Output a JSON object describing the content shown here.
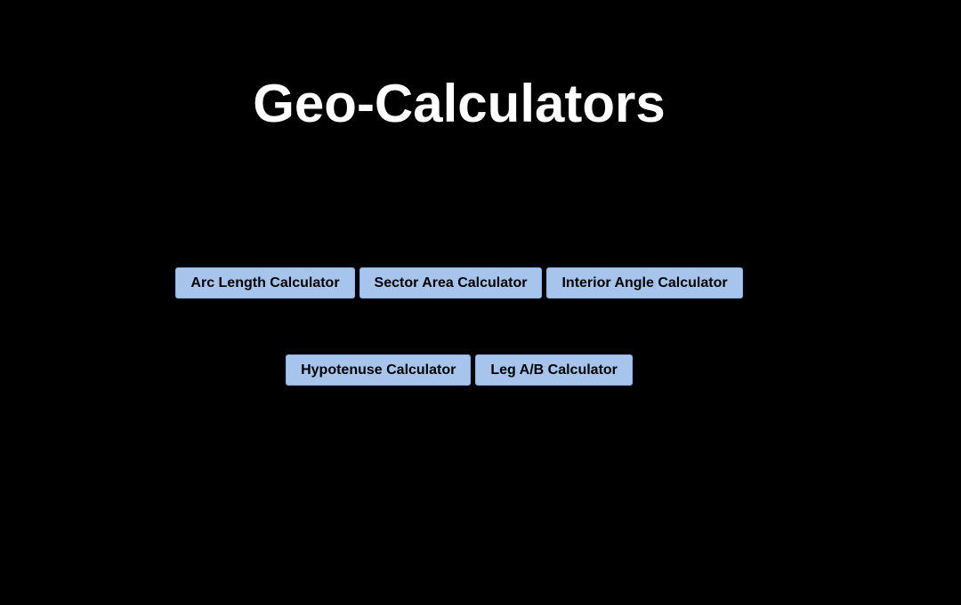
{
  "page": {
    "title": "Geo-Calculators",
    "background_color": "#000000",
    "title_color": "#ffffff"
  },
  "buttons": {
    "color": "#a6c4ec",
    "row1": [
      {
        "label": "Arc Length Calculator"
      },
      {
        "label": "Sector Area Calculator"
      },
      {
        "label": "Interior Angle Calculator"
      }
    ],
    "row2": [
      {
        "label": "Hypotenuse Calculator"
      },
      {
        "label": "Leg A/B Calculator"
      }
    ]
  }
}
